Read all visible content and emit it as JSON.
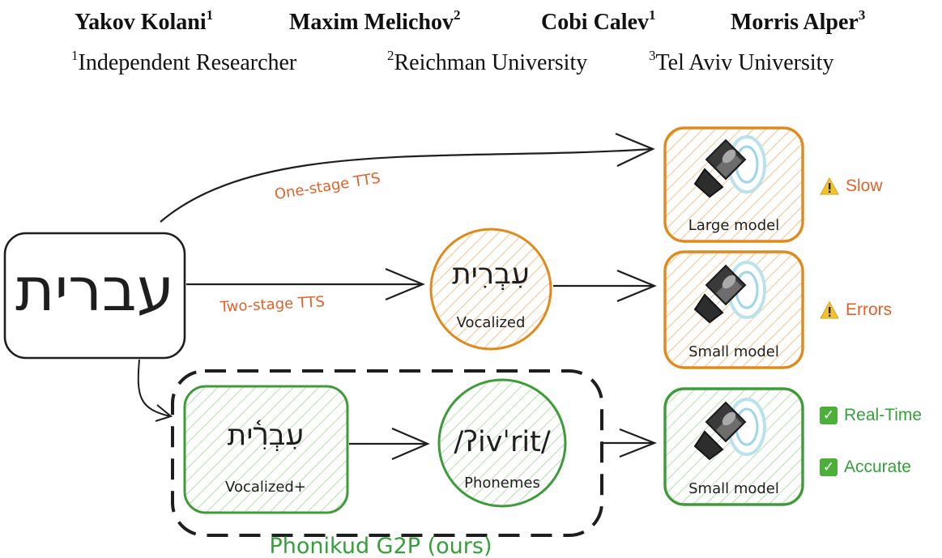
{
  "authors": [
    {
      "name": "Yakov Kolani",
      "sup": "1"
    },
    {
      "name": "Maxim Melichov",
      "sup": "2"
    },
    {
      "name": "Cobi Calev",
      "sup": "1"
    },
    {
      "name": "Morris Alper",
      "sup": "3"
    }
  ],
  "affiliations": [
    {
      "sup": "1",
      "name": "Independent Researcher"
    },
    {
      "sup": "2",
      "name": "Reichman University"
    },
    {
      "sup": "3",
      "name": "Tel Aviv University"
    }
  ],
  "diagram": {
    "input_word": "עברית",
    "one_stage_label": "One-stage TTS",
    "two_stage_label": "Two-stage TTS",
    "vocalized_word": "עִבְרִית",
    "vocalized_label": "Vocalized",
    "vocalized_plus_word": "עִבְרִ֫ית",
    "vocalized_plus_label": "Vocalized+",
    "phoneme_text": "/ʔivˈrit/",
    "phonemes_label": "Phonemes",
    "large_model_label": "Large model",
    "small_model_label_1": "Small model",
    "small_model_label_2": "Small model",
    "pipeline_caption": "Phonikud G2P (ours)",
    "status_slow": "Slow",
    "status_errors": "Errors",
    "status_realtime": "Real-Time",
    "status_accurate": "Accurate",
    "icons": [
      "speaker-icon",
      "warning-icon",
      "checkmark-icon"
    ],
    "colors": {
      "orange": "#e08a1e",
      "orange_text": "#e0622a",
      "green": "#3f9b3a",
      "green_text": "#35a03a",
      "black": "#1e1e1e"
    }
  }
}
